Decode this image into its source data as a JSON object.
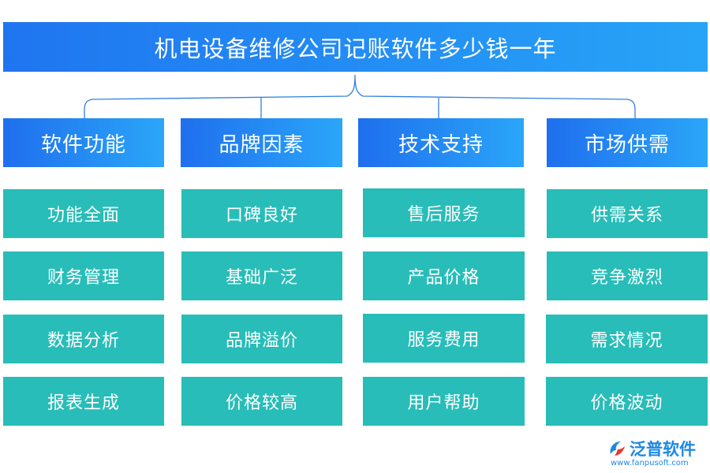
{
  "title": "机电设备维修公司记账软件多少钱一年",
  "colors": {
    "title_start": "#1f75f0",
    "title_end": "#27a4f7",
    "cell": "#28bdb8",
    "connector": "#2f7fe0"
  },
  "columns": [
    {
      "header": "软件功能",
      "items": [
        "功能全面",
        "财务管理",
        "数据分析",
        "报表生成"
      ]
    },
    {
      "header": "品牌因素",
      "items": [
        "口碑良好",
        "基础广泛",
        "品牌溢价",
        "价格较高"
      ]
    },
    {
      "header": "技术支持",
      "items": [
        "售后服务",
        "产品价格",
        "服务费用",
        "用户帮助"
      ]
    },
    {
      "header": "市场供需",
      "items": [
        "供需关系",
        "竞争激烈",
        "需求情况",
        "价格波动"
      ]
    }
  ],
  "logo": {
    "name": "泛普软件",
    "url": "www.fanpusoft.com",
    "icon": "fanpu-logo-icon"
  }
}
